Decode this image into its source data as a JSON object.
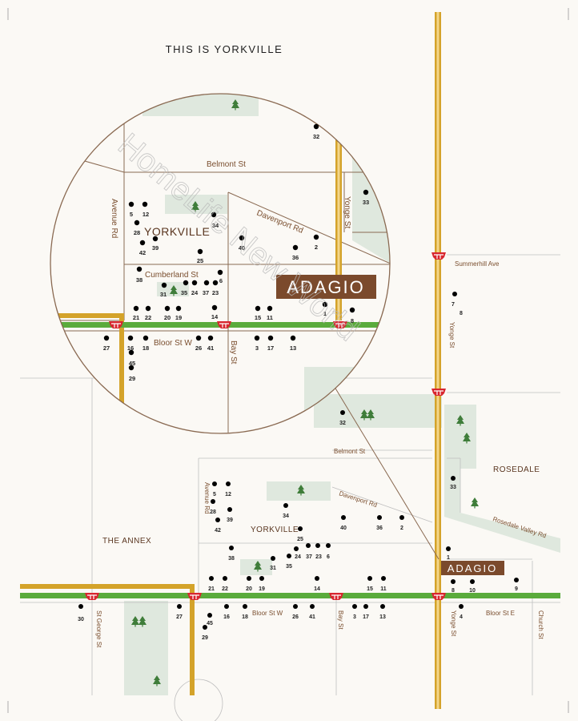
{
  "title": "THIS IS YORKVILLE",
  "watermark": "HomeLife New World",
  "brand": "ADAGIO",
  "colors": {
    "background": "#fbf9f5",
    "park": "#dfe8de",
    "line_green": "#5aab3c",
    "line_gold": "#d4a32a",
    "street_line": "#8a6a52",
    "brand_box": "#7b4a2c",
    "ttc_red": "#d8262f",
    "tree": "#3f7d3a"
  },
  "icons": {
    "subway": "ttc-subway-icon",
    "tree": "tree-icon",
    "poi": "poi-dot-icon"
  },
  "neighbourhoods": {
    "rosedale": "ROSEDALE",
    "annex": "THE ANNEX",
    "yorkville": "YORKVILLE",
    "yorkville_inset": "YORKVILLE"
  },
  "streets": {
    "belmont": "Belmont St",
    "davenport": "Davenport Rd",
    "avenue": "Avenue Rd",
    "bloor_w": "Bloor St W",
    "bloor_e": "Bloor St E",
    "bay": "Bay St",
    "yonge": "Yonge St",
    "st_george": "St George St",
    "church": "Church St",
    "rosedale_valley": "Rosedale Valley Rd",
    "summerhill": "Summerhill Ave",
    "cumberland": "Cumberland St"
  },
  "pois_main": [
    "30",
    "27",
    "45",
    "29",
    "16",
    "18",
    "26",
    "41",
    "3",
    "17",
    "13",
    "4",
    "21",
    "22",
    "20",
    "19",
    "14",
    "15",
    "11",
    "8",
    "10",
    "9",
    "1",
    "38",
    "35",
    "31",
    "24",
    "37",
    "23",
    "6",
    "25",
    "42",
    "39",
    "28",
    "5",
    "12",
    "34",
    "40",
    "36",
    "2",
    "33",
    "32"
  ],
  "pois_inset": [
    "32",
    "33",
    "5",
    "12",
    "34",
    "28",
    "39",
    "42",
    "25",
    "40",
    "36",
    "2",
    "38",
    "31",
    "35",
    "24",
    "37",
    "23",
    "6",
    "21",
    "22",
    "20",
    "19",
    "14",
    "15",
    "11",
    "1",
    "8",
    "27",
    "16",
    "18",
    "26",
    "41",
    "3",
    "17",
    "13",
    "45",
    "29",
    "7",
    "8"
  ]
}
